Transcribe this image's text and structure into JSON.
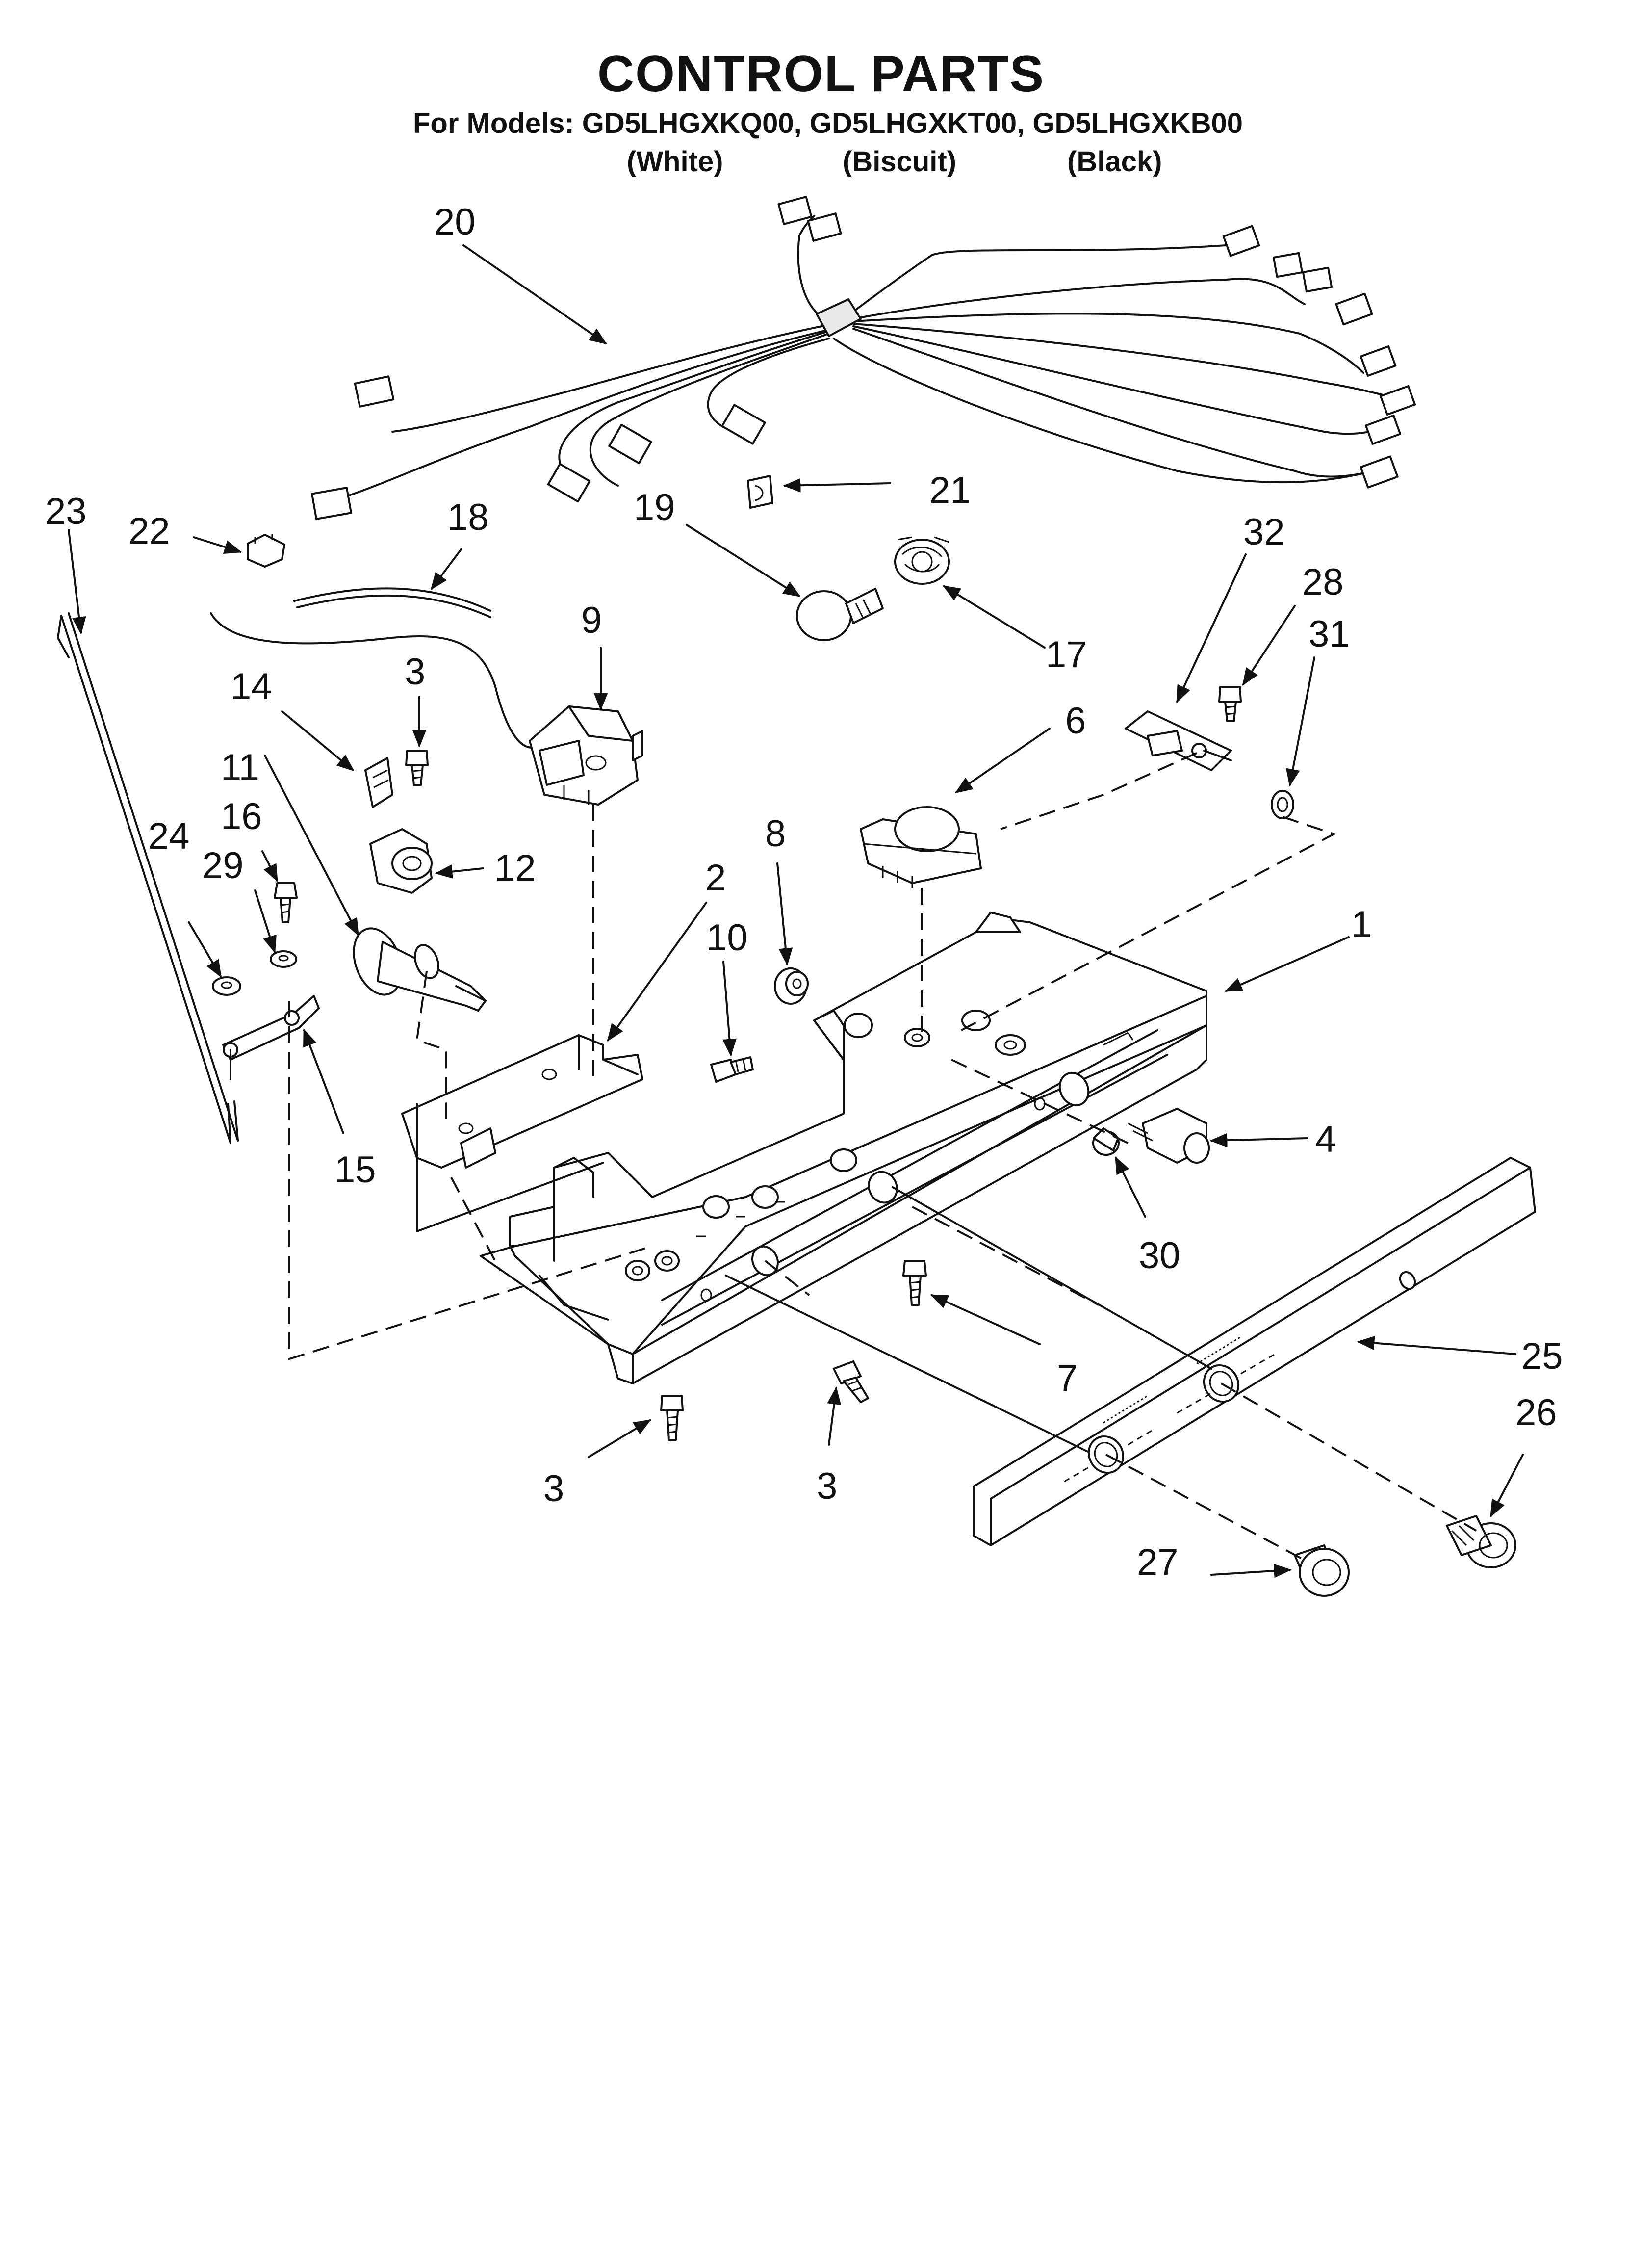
{
  "header": {
    "title": "CONTROL PARTS",
    "models": "For Models: GD5LHGXKQ00, GD5LHGXKT00, GD5LHGXKB00",
    "variants": [
      "(White)",
      "(Biscuit)",
      "(Black)"
    ]
  },
  "callouts": {
    "c1": "1",
    "c2": "2",
    "c3a": "3",
    "c3b": "3",
    "c3c": "3",
    "c4": "4",
    "c6": "6",
    "c7": "7",
    "c8": "8",
    "c9": "9",
    "c10": "10",
    "c11": "11",
    "c12": "12",
    "c14": "14",
    "c15": "15",
    "c16": "16",
    "c17": "17",
    "c18": "18",
    "c19": "19",
    "c20": "20",
    "c21": "21",
    "c22": "22",
    "c23": "23",
    "c24": "24",
    "c25": "25",
    "c26": "26",
    "c27": "27",
    "c28": "28",
    "c29": "29",
    "c30": "30",
    "c31": "31",
    "c32": "32"
  }
}
